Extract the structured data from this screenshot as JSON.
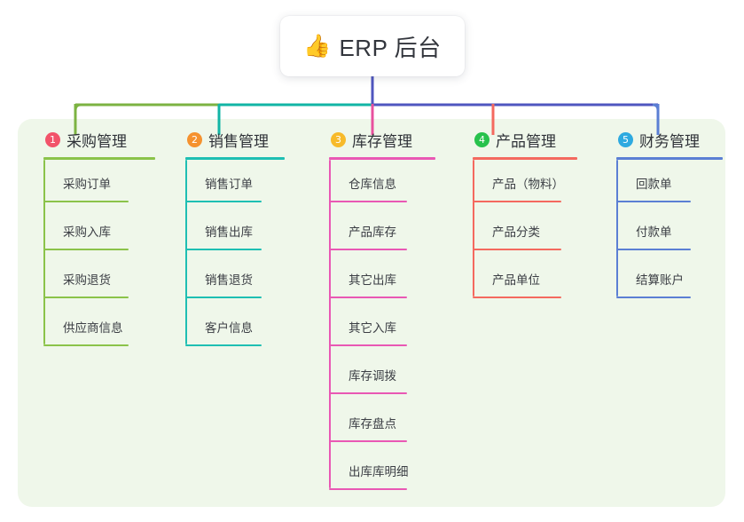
{
  "diagram": {
    "type": "mind-map",
    "background_color": "#ffffff",
    "panel_color": "#eff7ea",
    "root": {
      "icon": "thumbs-up-emoji",
      "emoji": "👍",
      "title": "ERP 后台"
    },
    "bus_colors": {
      "left_segment": "#7cb342",
      "mid_segment": "#12b5a5",
      "right_segment": "#4f56bf",
      "trunk": "#4f56bf"
    },
    "branches": [
      {
        "index": "1",
        "title": "采购管理",
        "badge_color": "#f2536a",
        "line_color": "#8bc34a",
        "connector_color": "#7cb342",
        "items": [
          {
            "label": "采购订单"
          },
          {
            "label": "采购入库"
          },
          {
            "label": "采购退货"
          },
          {
            "label": "供应商信息"
          }
        ]
      },
      {
        "index": "2",
        "title": "销售管理",
        "badge_color": "#f5922f",
        "line_color": "#1ebfb3",
        "connector_color": "#12b5a5",
        "items": [
          {
            "label": "销售订单"
          },
          {
            "label": "销售出库"
          },
          {
            "label": "销售退货"
          },
          {
            "label": "客户信息"
          }
        ]
      },
      {
        "index": "3",
        "title": "库存管理",
        "badge_color": "#f7ba2a",
        "line_color": "#e958b4",
        "connector_color": "#e8509e",
        "items": [
          {
            "label": "仓库信息"
          },
          {
            "label": "产品库存"
          },
          {
            "label": "其它出库"
          },
          {
            "label": "其它入库"
          },
          {
            "label": "库存调拨"
          },
          {
            "label": "库存盘点"
          },
          {
            "label": "出库库明细"
          }
        ]
      },
      {
        "index": "4",
        "title": "产品管理",
        "badge_color": "#27c24c",
        "line_color": "#f4695f",
        "connector_color": "#f4695f",
        "items": [
          {
            "label": "产品（物料）"
          },
          {
            "label": "产品分类"
          },
          {
            "label": "产品单位"
          }
        ]
      },
      {
        "index": "5",
        "title": "财务管理",
        "badge_color": "#2eaae0",
        "line_color": "#5b7fd4",
        "connector_color": "#5b7fd4",
        "items": [
          {
            "label": "回款单"
          },
          {
            "label": "付款单"
          },
          {
            "label": "结算账户"
          }
        ]
      }
    ]
  }
}
